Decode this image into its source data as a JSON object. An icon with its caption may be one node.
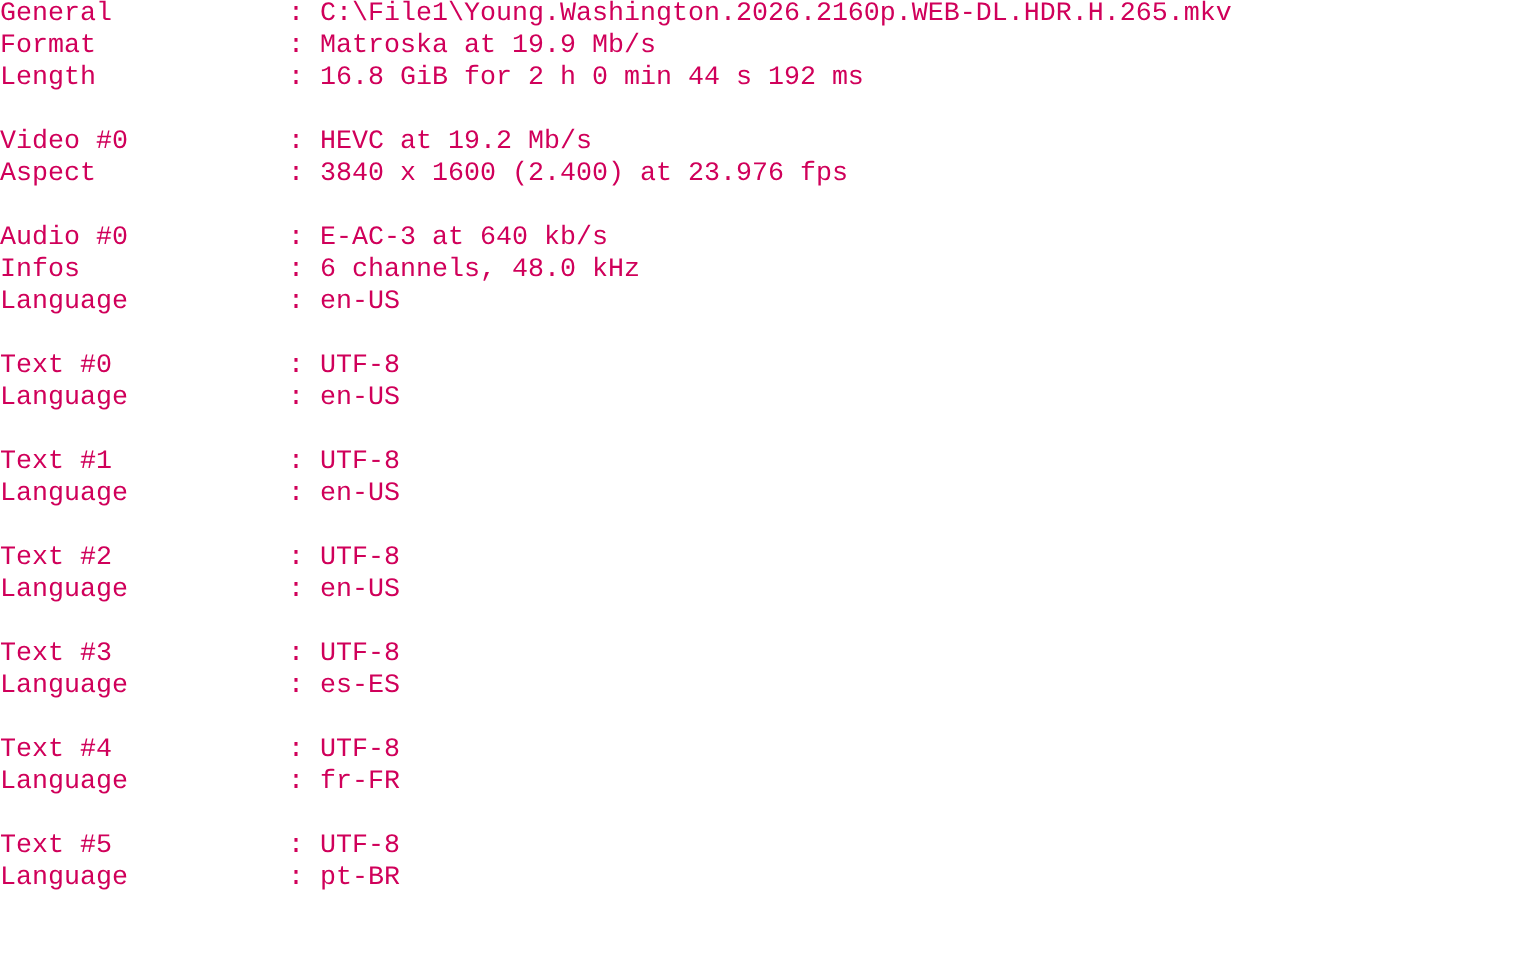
{
  "diagram": {
    "labels": [
      "General",
      ": C:\\File1\\Young.Washington.2026.2160p.WEB-DL.HDR.H.265.mkv",
      "Format",
      ": Matroska at 19.9 Mb/s",
      "Length",
      ": 16.8 GiB for 2 h 0 min 44 s 192 ms",
      "Video #0",
      ": HEVC at 19.2 Mb/s",
      "Aspect",
      ": 3840 x 1600 (2.400) at 23.976 fps",
      "Audio #0",
      ": E-AC-3 at 640 kb/s",
      "Infos",
      ": 6 channels, 48.0 kHz",
      "Language",
      ": en-US",
      "Text #0",
      ": UTF-8",
      "Language",
      ": en-US",
      "Text #1",
      ": UTF-8",
      "Language",
      ": en-US",
      "Text #2",
      ": UTF-8",
      "Language",
      ": en-US",
      "Text #3",
      ": UTF-8",
      "Language",
      ": es-ES",
      "Text #4",
      ": UTF-8",
      "Language",
      ": fr-FR",
      "Text #5",
      ": UTF-8",
      "Language",
      ": pt-BR"
    ]
  }
}
